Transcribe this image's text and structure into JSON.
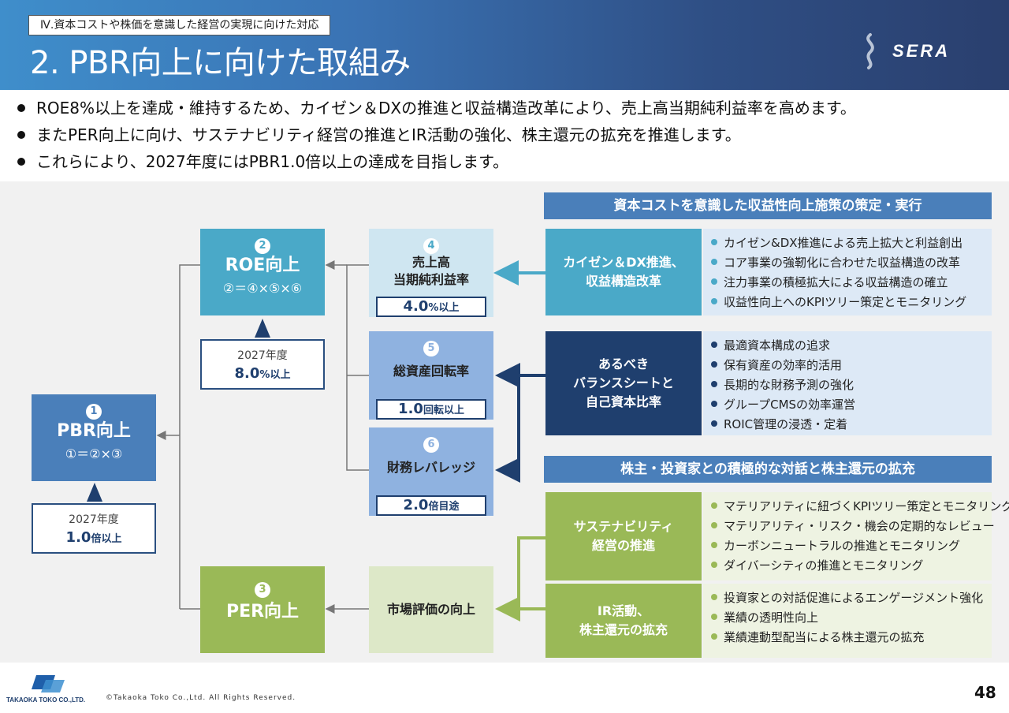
{
  "header": {
    "section_tag": "Ⅳ.資本コストや株価を意識した経営の実現に向けた対応",
    "title": "2. PBR向上に向けた取組み",
    "logo_text": "SERA"
  },
  "bullets": [
    "ROE8%以上を達成・維持するため、カイゼン＆DXの推進と収益構造改革により、売上高当期純利益率を高めます。",
    "またPER向上に向け、サステナビリティ経営の推進とIR活動の強化、株主還元の拡充を推進します。",
    "これらにより、2027年度にはPBR1.0倍以上の達成を目指します。"
  ],
  "nodes": {
    "pbr": {
      "num": "1",
      "title": "PBR向上",
      "formula": "①＝②×③",
      "target_year": "2027年度",
      "target_value": "1.0",
      "target_unit": "倍以上"
    },
    "roe": {
      "num": "2",
      "title": "ROE向上",
      "formula": "②＝④×⑤×⑥",
      "target_year": "2027年度",
      "target_value": "8.0",
      "target_unit": "%以上"
    },
    "per": {
      "num": "3",
      "title": "PER向上"
    },
    "margin": {
      "num": "4",
      "title_line1": "売上高",
      "title_line2": "当期純利益率",
      "target_value": "4.0",
      "target_unit": "%以上"
    },
    "turnover": {
      "num": "5",
      "title": "総資産回転率",
      "target_value": "1.0",
      "target_unit": "回転以上"
    },
    "leverage": {
      "num": "6",
      "title": "財務レバレッジ",
      "target_value": "2.0",
      "target_unit": "倍目途"
    },
    "market": {
      "title": "市場評価の向上"
    }
  },
  "section1": {
    "header": "資本コストを意識した収益性向上施策の策定・実行",
    "categories": [
      {
        "label_line1": "カイゼン＆DX推進、",
        "label_line2": "収益構造改革",
        "items": [
          "カイゼン&DX推進による売上拡大と利益創出",
          "コア事業の強靭化に合わせた収益構造の改革",
          "注力事業の積極拡大による収益構造の確立",
          "収益性向上へのKPIツリー策定とモニタリング"
        ]
      },
      {
        "label_line1": "あるべき",
        "label_line2": "バランスシートと",
        "label_line3": "自己資本比率",
        "items": [
          "最適資本構成の追求",
          "保有資産の効率的活用",
          "長期的な財務予測の強化",
          "グループCMSの効率運営",
          "ROIC管理の浸透・定着"
        ]
      }
    ]
  },
  "section2": {
    "header": "株主・投資家との積極的な対話と株主還元の拡充",
    "categories": [
      {
        "label_line1": "サステナビリティ",
        "label_line2": "経営の推進",
        "items": [
          "マテリアリティに紐づくKPIツリー策定とモニタリング",
          "マテリアリティ・リスク・機会の定期的なレビュー",
          "カーボンニュートラルの推進とモニタリング",
          "ダイバーシティの推進とモニタリング"
        ]
      },
      {
        "label_line1": "IR活動、",
        "label_line2": "株主還元の拡充",
        "items": [
          "投資家との対話促進によるエンゲージメント強化",
          "業績の透明性向上",
          "業績連動型配当による株主還元の拡充"
        ]
      }
    ]
  },
  "footer": {
    "company": "TAKAOKA TOKO CO.,LTD.",
    "copyright": "©Takaoka Toko Co.,Ltd. All Rights Reserved.",
    "page_number": "48"
  },
  "colors": {
    "header_blue": "#3a73b4",
    "pbr_blue": "#4a7fba",
    "roe_teal": "#4aa9c8",
    "margin_light": "#cfe6f1",
    "turnover_blue": "#8fb2e0",
    "navy": "#1f3f6e",
    "per_green": "#9ab957",
    "green_light": "#dde8c8",
    "section_header": "#4a7fba",
    "list_bg_blue": "#dde9f6",
    "list_bg_green": "#eef3e2"
  }
}
